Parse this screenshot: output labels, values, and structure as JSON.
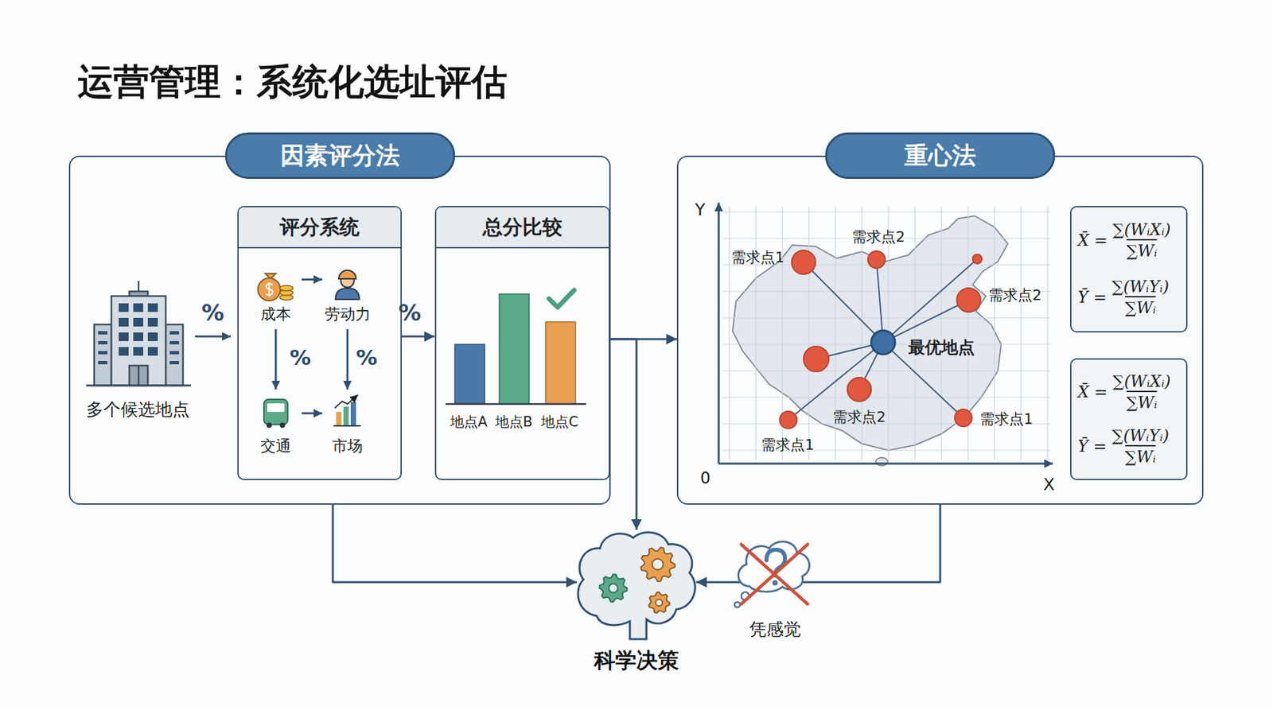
{
  "diagram": {
    "title": "运营管理：系统化选址评估",
    "nodes": [
      {
        "text": [
          "因素评分法"
        ]
      },
      {
        "text": [
          "评分系统"
        ],
        "in": 0
      },
      {
        "text": [
          "总分比较"
        ],
        "in": 0
      },
      {
        "text": [
          "重心法"
        ]
      },
      {
        "text": [
          "X̄ =",
          "∑(WᵢXᵢ)",
          "∑Wᵢ",
          "Ȳ =",
          "∑(WᵢYᵢ)",
          "∑Wᵢ"
        ],
        "in": 3
      },
      {
        "text": [
          "X̄ =",
          "∑(WᵢXᵢ)",
          "∑Wᵢ",
          "Ȳ =",
          "∑(WᵢYᵢ)",
          "∑Wᵢ"
        ],
        "in": 3
      },
      {
        "text": [
          "科学决策"
        ]
      }
    ],
    "edges": [
      {
        "from": 1,
        "to": 2,
        "arrow": "to"
      },
      {
        "from": 0,
        "to": 3,
        "arrow": "to"
      },
      {
        "from": 0,
        "to": 6,
        "arrow": "to"
      },
      {
        "from": 0,
        "to": 6,
        "arrow": "to"
      },
      {
        "from": 3,
        "to": 6,
        "arrow": "to"
      }
    ],
    "labels": [
      "多个候选地点",
      "%",
      "%",
      "成本",
      "劳动力",
      "%",
      "%",
      "交通",
      "市场",
      "地点A",
      "地点B",
      "地点C",
      "Y",
      "X",
      "0",
      "需求点1",
      "需求点2",
      "需求点2",
      "最优地点",
      "需求点2",
      "需求点1",
      "需求点1",
      "凭感觉"
    ]
  }
}
